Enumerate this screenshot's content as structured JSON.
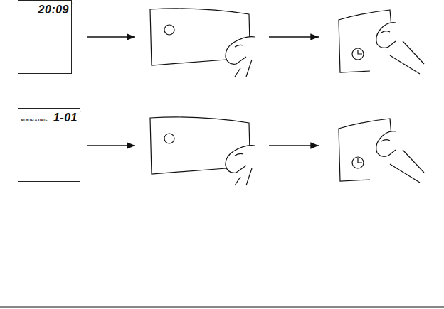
{
  "diagram": {
    "nodes": [
      {
        "text": [
          "20:09"
        ]
      },
      {
        "text": [
          "MONTH & DATE",
          "1-01"
        ]
      }
    ]
  }
}
